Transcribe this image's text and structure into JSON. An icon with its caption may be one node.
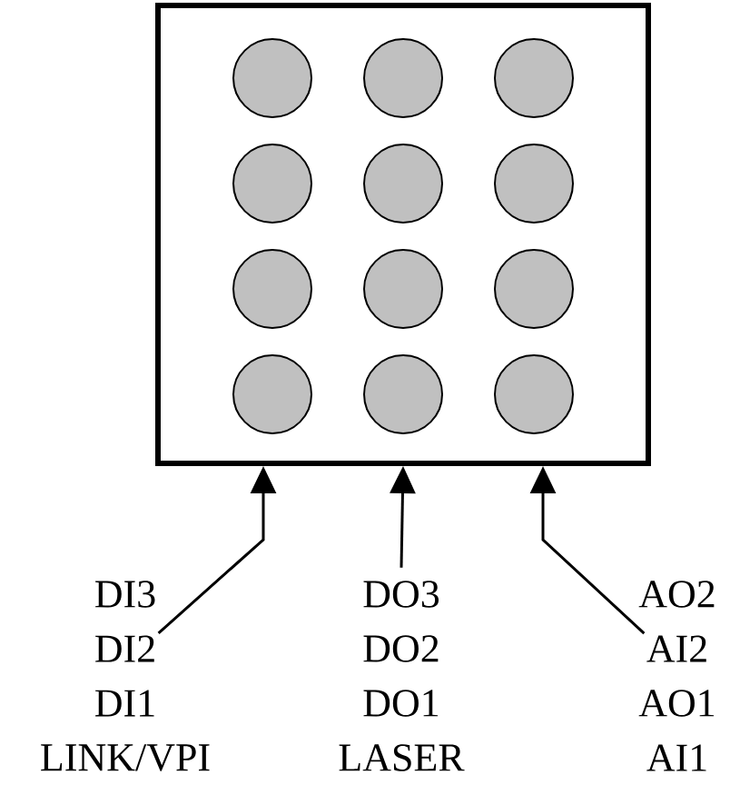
{
  "diagram": {
    "nodes": [
      {
        "text": [],
        "shape": "box"
      },
      {
        "text": [],
        "shape": "circle",
        "in": 0
      },
      {
        "text": [],
        "shape": "circle",
        "in": 0
      },
      {
        "text": [],
        "shape": "circle",
        "in": 0
      },
      {
        "text": [],
        "shape": "circle",
        "in": 0
      },
      {
        "text": [],
        "shape": "circle",
        "in": 0
      },
      {
        "text": [],
        "shape": "circle",
        "in": 0
      },
      {
        "text": [],
        "shape": "circle",
        "in": 0
      },
      {
        "text": [],
        "shape": "circle",
        "in": 0
      },
      {
        "text": [],
        "shape": "circle",
        "in": 0
      },
      {
        "text": [],
        "shape": "circle",
        "in": 0
      },
      {
        "text": [],
        "shape": "circle",
        "in": 0
      },
      {
        "text": [],
        "shape": "circle",
        "in": 0
      },
      {
        "text": [
          "DI2"
        ]
      },
      {
        "text": [
          "DO3"
        ]
      },
      {
        "text": [
          "AI2"
        ]
      }
    ],
    "edges": [
      {
        "from": 13,
        "to": 0,
        "arrow": "to"
      },
      {
        "from": 14,
        "to": 0,
        "arrow": "to"
      },
      {
        "from": 15,
        "to": 0,
        "arrow": "to"
      }
    ],
    "labels": [
      "DI3",
      "DO2",
      "AO2",
      "DI1",
      "DO1",
      "AO1",
      "LINK/VPI",
      "LASER",
      "AI1"
    ]
  }
}
